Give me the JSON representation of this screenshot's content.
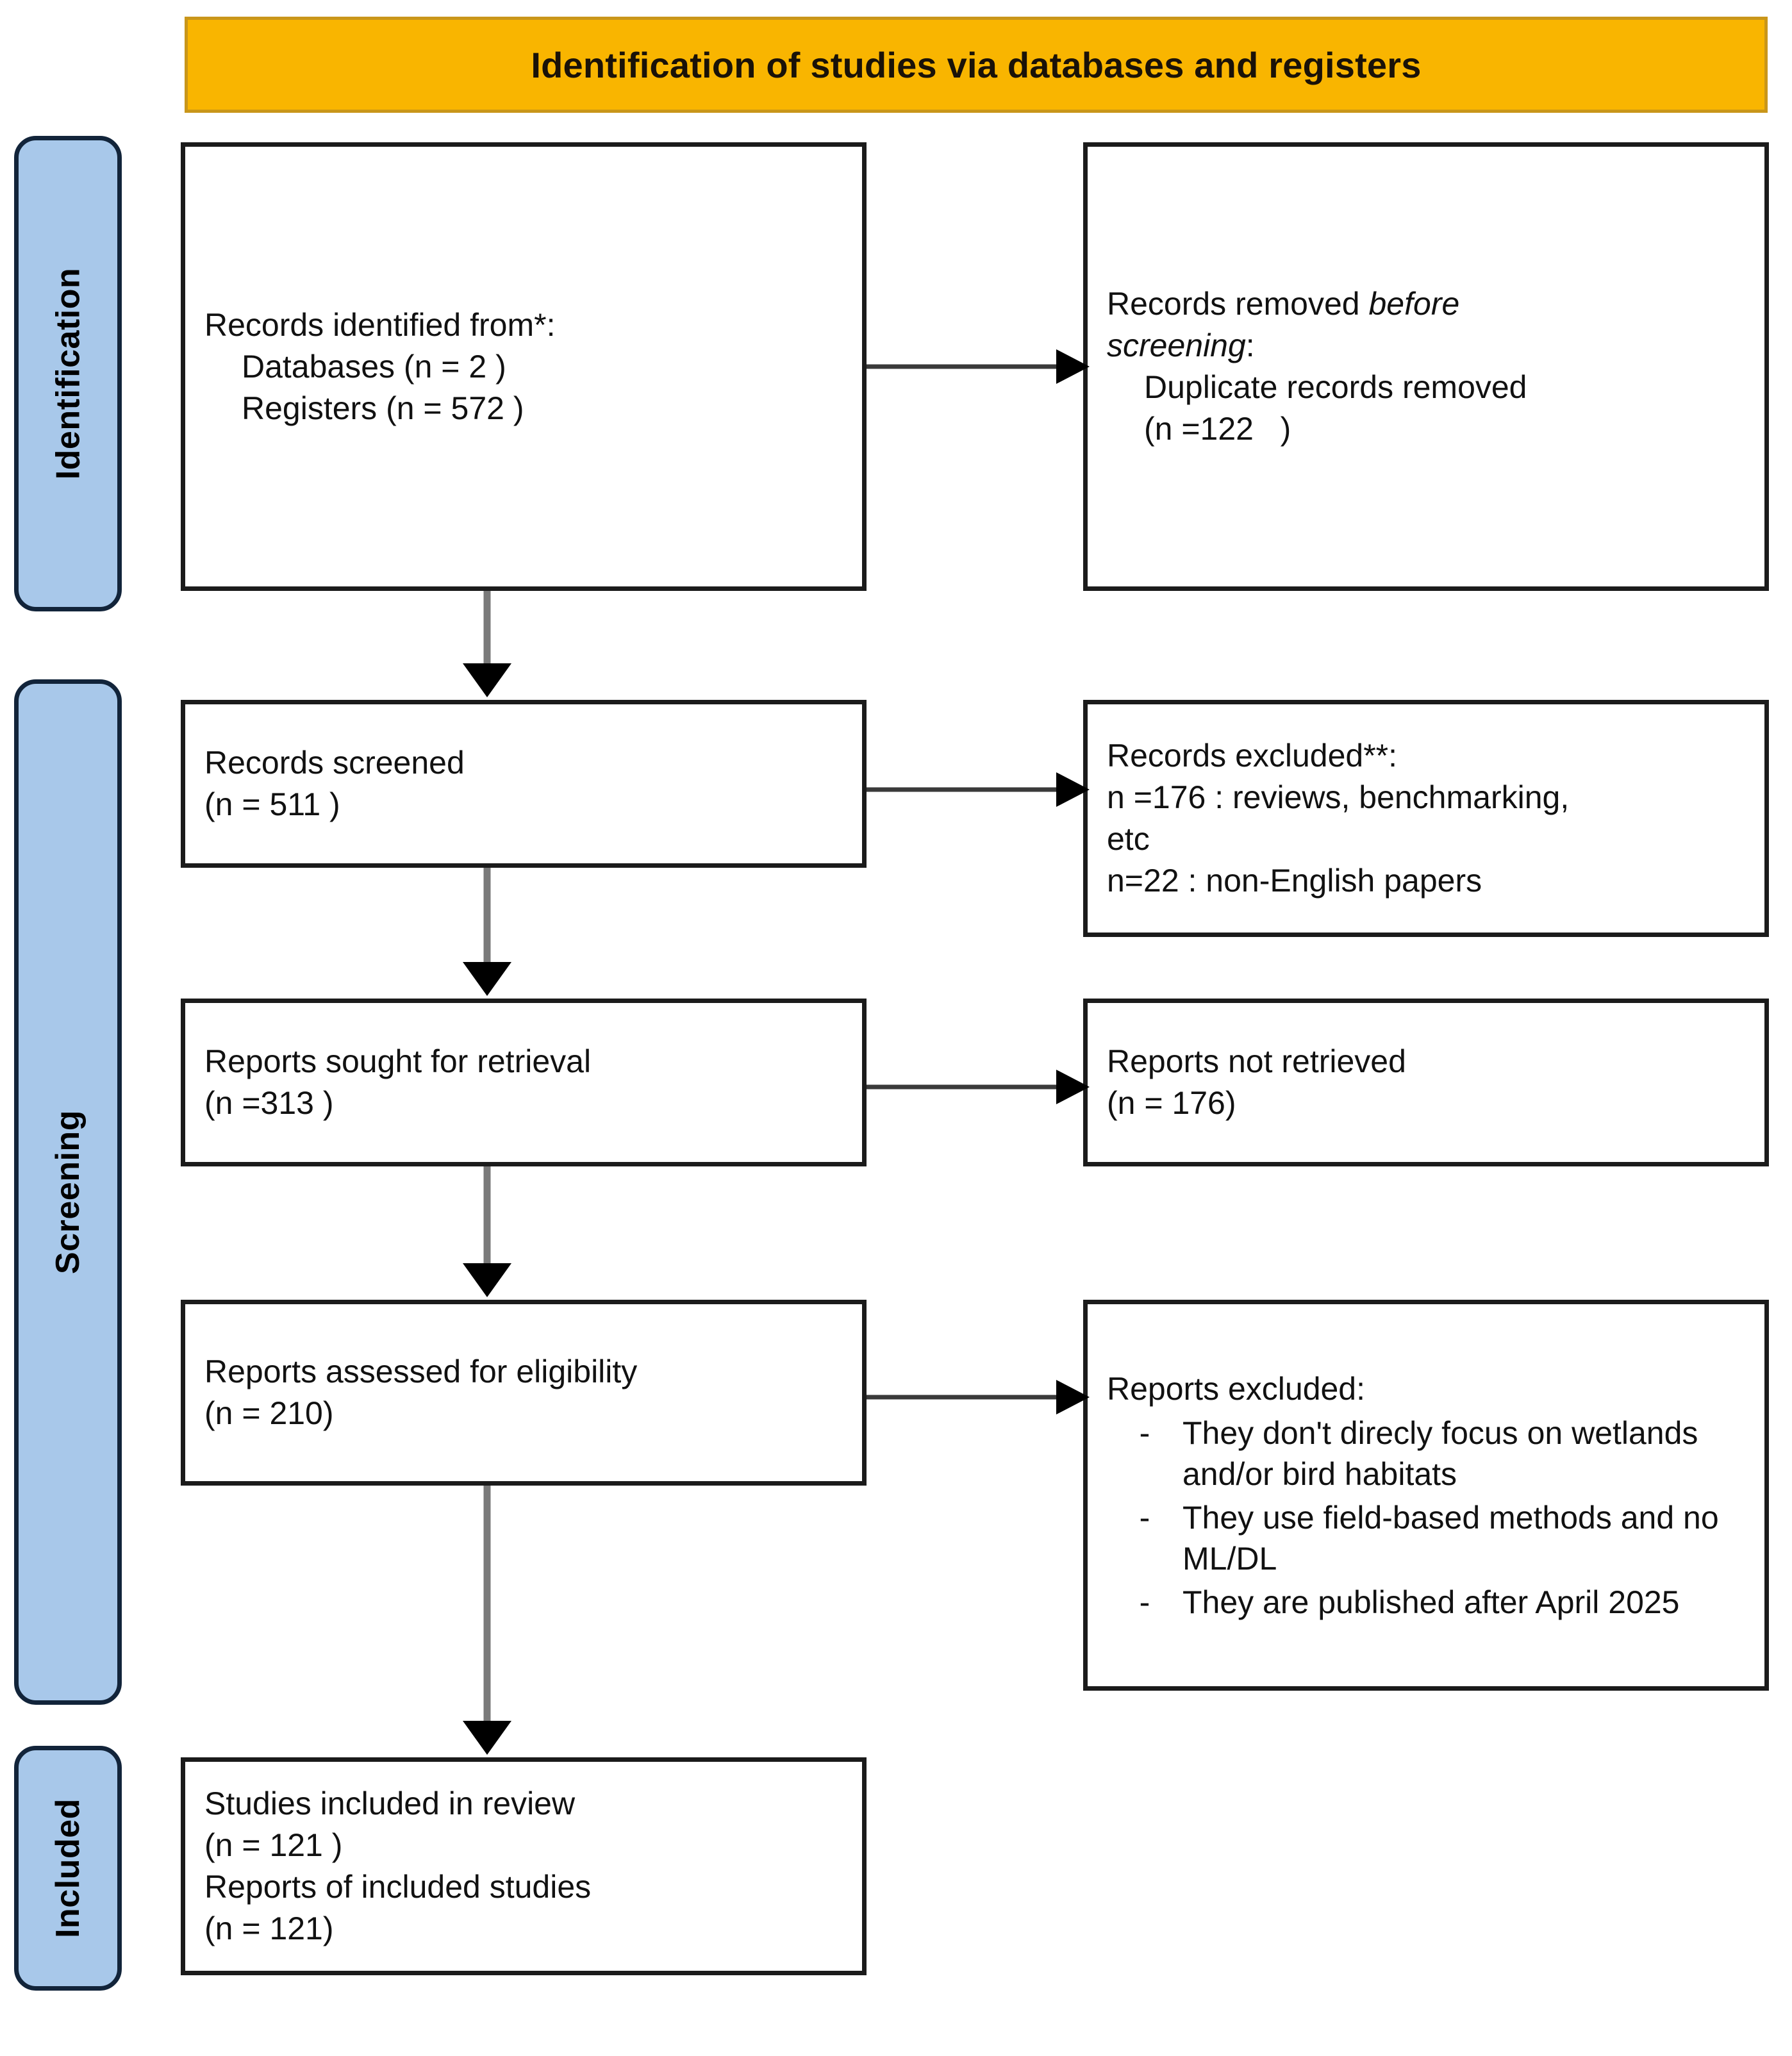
{
  "header": {
    "title": "Identification of studies via databases and registers",
    "background_color": "#F9B500",
    "border_color": "#C9961A"
  },
  "stages": [
    {
      "id": "identification",
      "label": "Identification"
    },
    {
      "id": "screening",
      "label": "Screening"
    },
    {
      "id": "included",
      "label": "Included"
    }
  ],
  "stage_style": {
    "fill": "#A8C8EA",
    "border": "#12243A"
  },
  "boxes": {
    "identified": {
      "line1": "Records identified from*:",
      "line2": "Databases (n = 2 )",
      "line3": "Registers (n = 572 )"
    },
    "removed": {
      "line1a": "Records removed ",
      "line1b": "before",
      "line2b": "screening",
      "line2c": ":",
      "line3": "Duplicate records removed",
      "line4": "(n =122   )"
    },
    "screened": {
      "line1": "Records screened",
      "line2": "(n = 511 )"
    },
    "records_excluded": {
      "line1": "Records excluded**:",
      "line2": "n =176 : reviews, benchmarking,",
      "line3": "etc",
      "line4": "n=22 : non-English papers"
    },
    "sought": {
      "line1": "Reports sought for retrieval",
      "line2": "(n =313 )"
    },
    "not_retrieved": {
      "line1": "Reports not retrieved",
      "line2": "(n = 176)"
    },
    "assessed": {
      "line1": "Reports assessed for eligibility",
      "line2": "(n = 210)"
    },
    "reports_excluded": {
      "title": "Reports excluded:",
      "bullet_marker": "-",
      "bullets": [
        "They don't direcly focus on wetlands and/or bird habitats",
        "They use field-based methods and no ML/DL",
        "They are published after April 2025"
      ]
    },
    "included": {
      "line1": "Studies included in review",
      "line2": "(n = 121 )",
      "line3": "Reports of included studies",
      "line4": "(n = 121)"
    }
  },
  "connectors": {
    "vertical_color": "#7a7a7a",
    "horizontal_color": "#3a3a3a",
    "arrowhead_color": "#000000",
    "arrows": [
      {
        "name": "identified-to-removed",
        "direction": "right"
      },
      {
        "name": "identified-to-screened",
        "direction": "down"
      },
      {
        "name": "screened-to-excluded",
        "direction": "right"
      },
      {
        "name": "screened-to-sought",
        "direction": "down"
      },
      {
        "name": "sought-to-notretrieved",
        "direction": "right"
      },
      {
        "name": "sought-to-assessed",
        "direction": "down"
      },
      {
        "name": "assessed-to-repexcluded",
        "direction": "right"
      },
      {
        "name": "assessed-to-included",
        "direction": "down"
      }
    ]
  }
}
